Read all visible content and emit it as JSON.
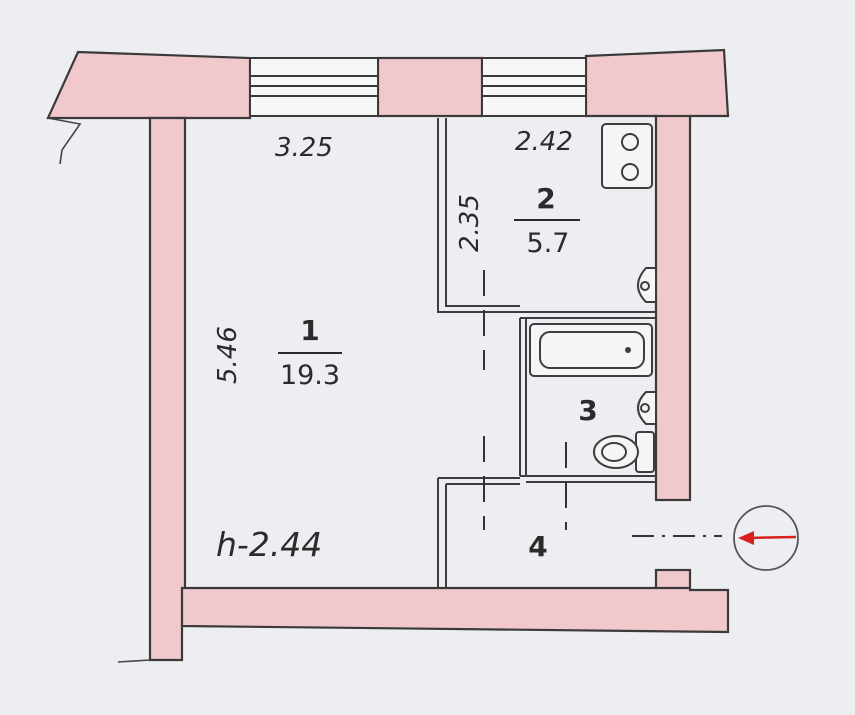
{
  "plan": {
    "room_1": {
      "number": "1",
      "area": "19.3"
    },
    "room_2": {
      "number": "2",
      "area": "5.7"
    },
    "room_3": {
      "number": "3"
    },
    "room_4": {
      "number": "4"
    },
    "dimensions": {
      "room_1_width": "3.25",
      "room_1_length": "5.46",
      "room_2_width": "2.42",
      "room_2_length": "2.35"
    },
    "ceiling_height": "h-2.44"
  }
}
